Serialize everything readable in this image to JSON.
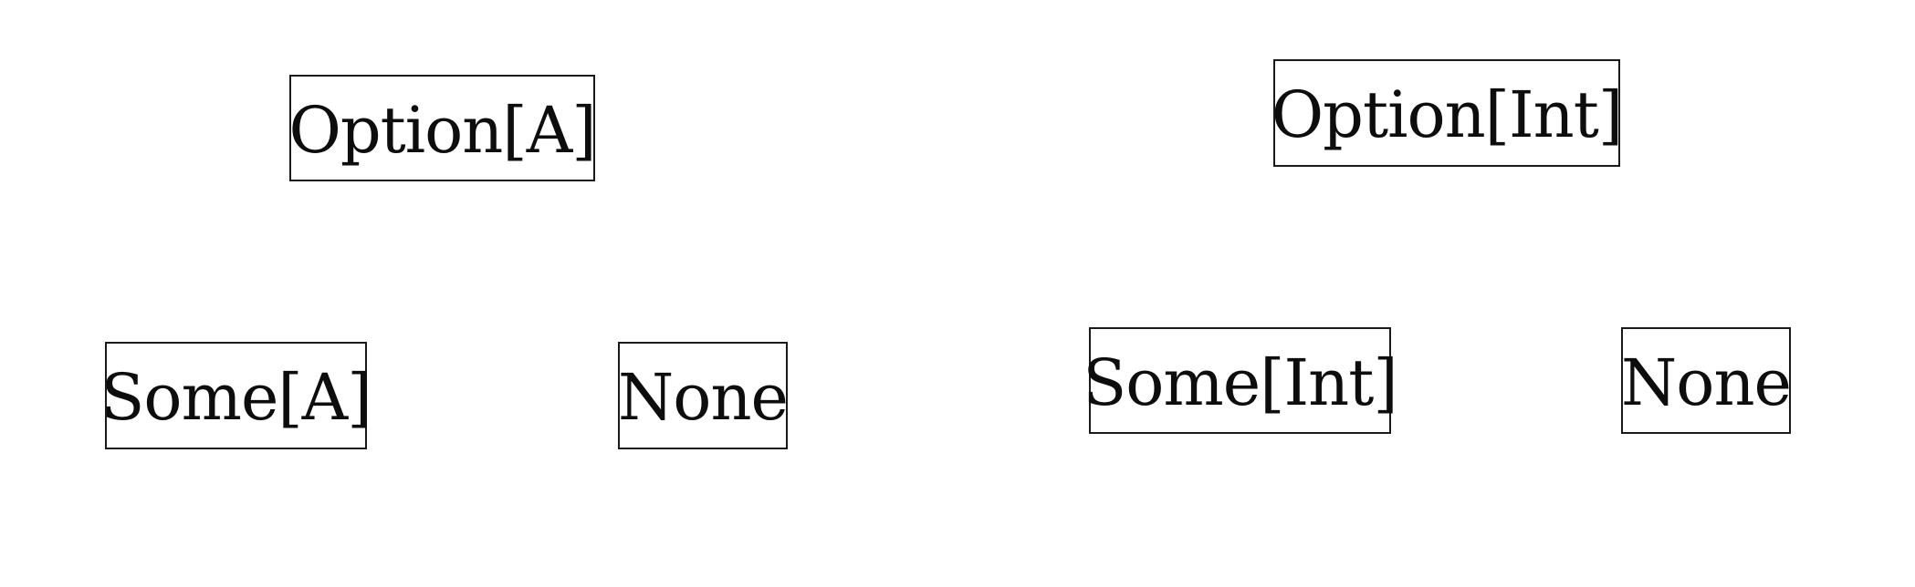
{
  "trees": [
    {
      "root": "Option[A]",
      "children": [
        "Some[A]",
        "None"
      ]
    },
    {
      "root": "Option[Int]",
      "children": [
        "Some[Int]",
        "None"
      ]
    }
  ],
  "colors": {
    "background": "#ffffff",
    "border": "#1a1a1a",
    "text": "#0d0d0d"
  }
}
